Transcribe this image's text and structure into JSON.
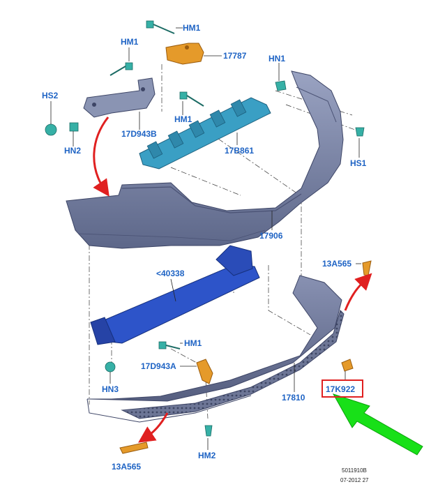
{
  "labels": {
    "hm1_top": "HM1",
    "hm1_left": "HM1",
    "hm1_mid": "HM1",
    "hm1_lower": "HM1",
    "p17787": "17787",
    "hn1": "HN1",
    "hs2": "HS2",
    "hn2": "HN2",
    "p17d943b": "17D943B",
    "p17b861": "17B861",
    "hs1": "HS1",
    "p17906": "17906",
    "p40338": "<40338",
    "p13a565_right": "13A565",
    "p17d943a": "17D943A",
    "hn3": "HN3",
    "p17810": "17810",
    "p17k922": "17K922",
    "p13a565_bottom": "13A565",
    "hm2": "HM2"
  },
  "meta": {
    "doc_number": "5011910B",
    "date": "07-2012 27"
  },
  "colors": {
    "label_blue": "#1e63c4",
    "bumper_cover": "#7a85a8",
    "reinforcement_blue": "#2d54c9",
    "absorber_teal": "#3a9fc4",
    "clip_teal": "#36b0a6",
    "bracket_orange": "#e59a2a",
    "arrow_red": "#e02020",
    "arrow_green": "#18e018",
    "highlight_box": "#e02020"
  }
}
